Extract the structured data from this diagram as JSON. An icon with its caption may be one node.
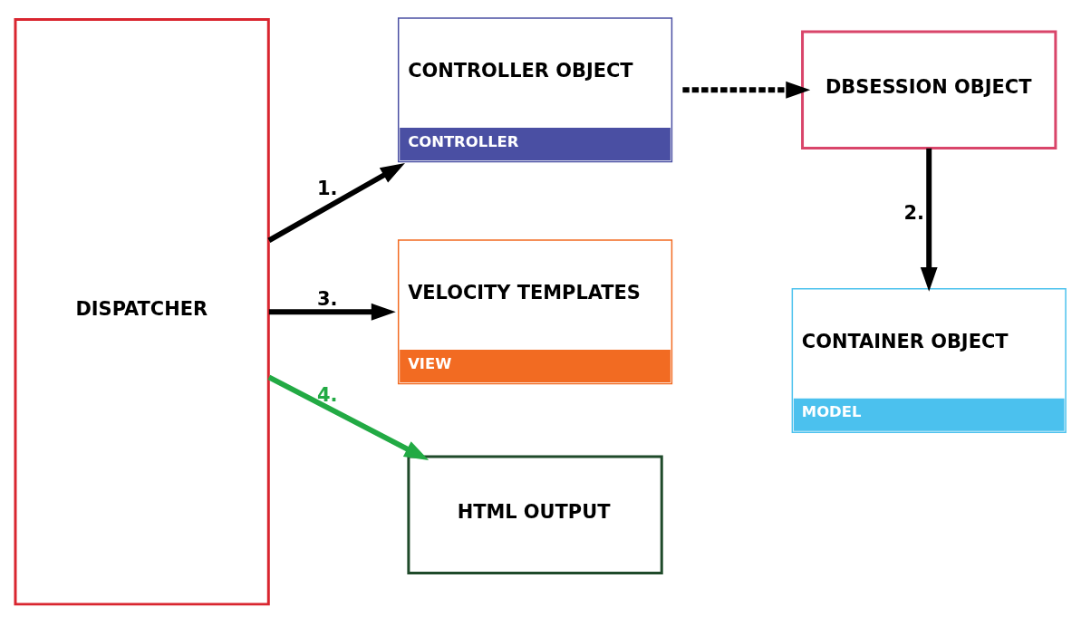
{
  "diagram": {
    "nodes": [
      {
        "text": [
          "DISPATCHER"
        ]
      },
      {
        "text": [
          "CONTROLLER OBJECT",
          "CONTROLLER"
        ]
      },
      {
        "text": [
          "DBSESSION OBJECT"
        ]
      },
      {
        "text": [
          "VELOCITY TEMPLATES",
          "VIEW"
        ]
      },
      {
        "text": [
          "CONTAINER OBJECT",
          "MODEL"
        ]
      },
      {
        "text": [
          "HTML OUTPUT"
        ]
      }
    ],
    "edges": [
      {
        "from": 0,
        "to": 1,
        "arrow": "to",
        "label": "1."
      },
      {
        "from": 1,
        "to": 2,
        "arrow": "to",
        "style": "dashed"
      },
      {
        "from": 2,
        "to": 4,
        "arrow": "to",
        "label": "2."
      },
      {
        "from": 0,
        "to": 3,
        "arrow": "to",
        "label": "3."
      },
      {
        "from": 0,
        "to": 5,
        "arrow": "to",
        "label": "4.",
        "color": "#22aa44"
      }
    ]
  }
}
